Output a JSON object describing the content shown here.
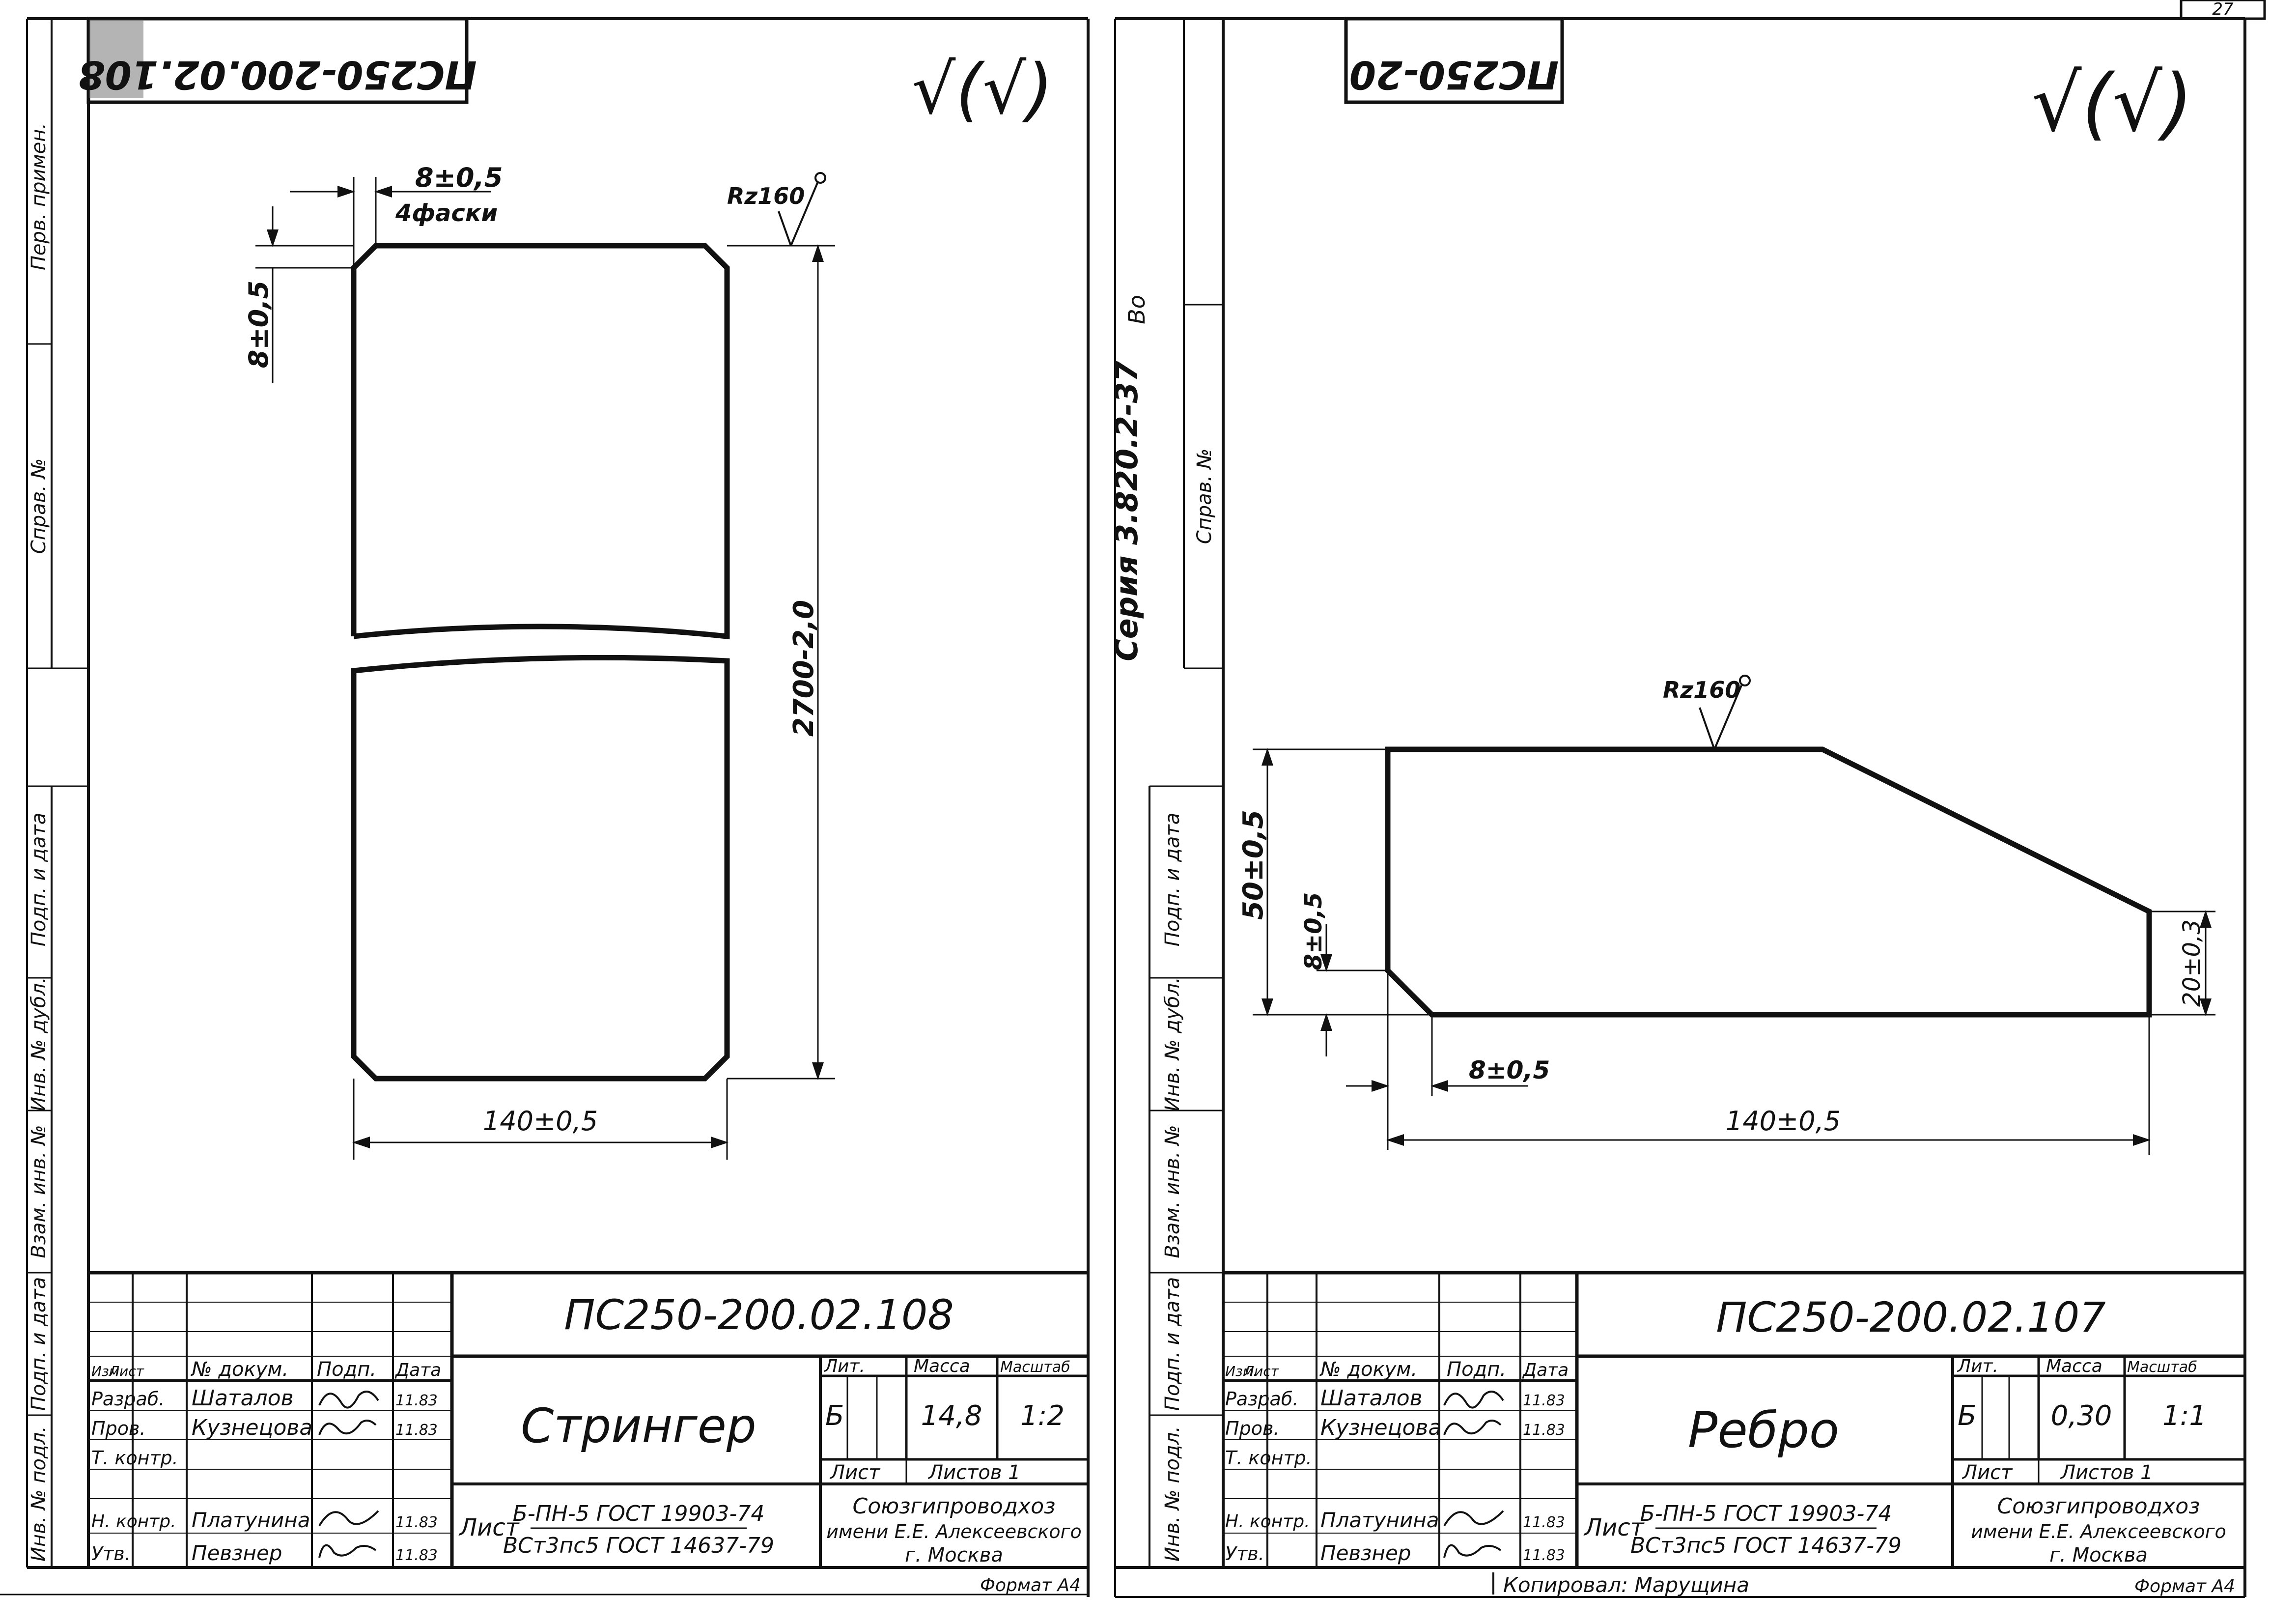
{
  "page": {
    "sheet_number": "27"
  },
  "left": {
    "stamp": "ПС250-200.02.108",
    "roughness_symbol": "√(√)",
    "dims": {
      "chamfer_size": "8±0,5",
      "chamfer_note": "4фаски",
      "chamfer_vertical": "8±0,5",
      "length": "2700-2,0",
      "width": "140±0,5",
      "roughness": "Rz160"
    },
    "side_labels": [
      "Перв. примен.",
      "Справ. №",
      "Подп. и дата",
      "Инв. № дубл.",
      "Взам. инв. №",
      "Подп. и дата",
      "Инв. № подл."
    ],
    "title_block": {
      "designation": "ПС250-200.02.108",
      "name": "Стрингер",
      "lit_label": "Лит.",
      "mass_label": "Масса",
      "scale_label": "Масштаб",
      "lit": "Б",
      "mass": "14,8",
      "scale": "1:2",
      "sheet_label": "Лист",
      "sheets_label": "Листов 1",
      "material_label": "Лист",
      "material_line1": "Б-ПН-5 ГОСТ 19903-74",
      "material_line2": "ВСт3пс5 ГОСТ 14637-79",
      "org_line1": "Союзгипроводхоз",
      "org_line2": "имени Е.Е. Алексеевского",
      "org_line3": "г. Москва",
      "format": "Формат А4",
      "header": [
        "Изм.",
        "Лист",
        "№ докум.",
        "Подп.",
        "Дата"
      ],
      "rows": [
        {
          "role": "Разраб.",
          "name": "Шаталов",
          "date": "11.83"
        },
        {
          "role": "Пров.",
          "name": "Кузнецова",
          "date": "11.83"
        },
        {
          "role": "Т. контр.",
          "name": "",
          "date": ""
        },
        {
          "role": "",
          "name": "",
          "date": ""
        },
        {
          "role": "Н. контр.",
          "name": "Платунина",
          "date": "11.83"
        },
        {
          "role": "Утв.",
          "name": "Певзнер",
          "date": "11.83"
        }
      ]
    }
  },
  "right": {
    "stamp": "ПС250-20",
    "roughness_symbol": "√(√)",
    "series_label": "Серия 3.820.2-37",
    "series_sheet": "Во",
    "sprav_label": "Справ. №",
    "dims": {
      "height": "50±0,5",
      "chamfer_vertical": "8±0,5",
      "chamfer_horizontal": "8±0,5",
      "width": "140±0,5",
      "end_height": "20±0,3",
      "roughness": "Rz160"
    },
    "side_labels": [
      "Подп. и дата",
      "Инв. № дубл.",
      "Взам. инв. №",
      "Подп. и дата",
      "Инв. № подл."
    ],
    "title_block": {
      "designation": "ПС250-200.02.107",
      "name": "Ребро",
      "lit_label": "Лит.",
      "mass_label": "Масса",
      "scale_label": "Масштаб",
      "lit": "Б",
      "mass": "0,30",
      "scale": "1:1",
      "sheet_label": "Лист",
      "sheets_label": "Листов 1",
      "material_label": "Лист",
      "material_line1": "Б-ПН-5 ГОСТ 19903-74",
      "material_line2": "ВСт3пс5 ГОСТ 14637-79",
      "org_line1": "Союзгипроводхоз",
      "org_line2": "имени Е.Е. Алексеевского",
      "org_line3": "г. Москва",
      "format": "Формат А4",
      "copied_by": "Копировал: Марущина",
      "header": [
        "Изм.",
        "Лист",
        "№ докум.",
        "Подп.",
        "Дата"
      ],
      "rows": [
        {
          "role": "Разраб.",
          "name": "Шаталов",
          "date": "11.83"
        },
        {
          "role": "Пров.",
          "name": "Кузнецова",
          "date": "11.83"
        },
        {
          "role": "Т. контр.",
          "name": "",
          "date": ""
        },
        {
          "role": "",
          "name": "",
          "date": ""
        },
        {
          "role": "Н. контр.",
          "name": "Платунина",
          "date": "11.83"
        },
        {
          "role": "Утв.",
          "name": "Певзнер",
          "date": "11.83"
        }
      ]
    }
  }
}
